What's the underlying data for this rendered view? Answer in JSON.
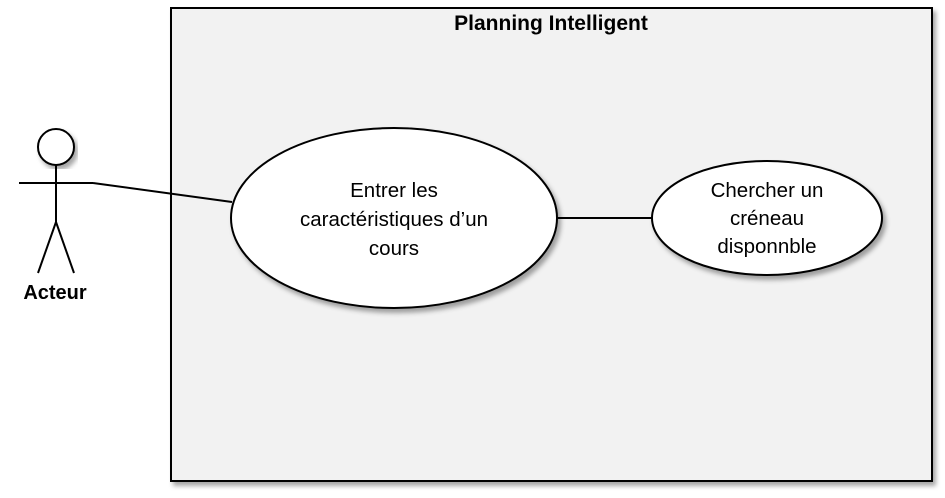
{
  "system": {
    "title": "Planning Intelligent",
    "fill": "#f2f2f2"
  },
  "actor": {
    "label": "Acteur"
  },
  "use_cases": [
    {
      "lines": [
        "Entrer les",
        "caractéristiques d’un",
        "cours"
      ]
    },
    {
      "lines": [
        "Chercher un",
        "créneau",
        "disponnble"
      ]
    }
  ]
}
